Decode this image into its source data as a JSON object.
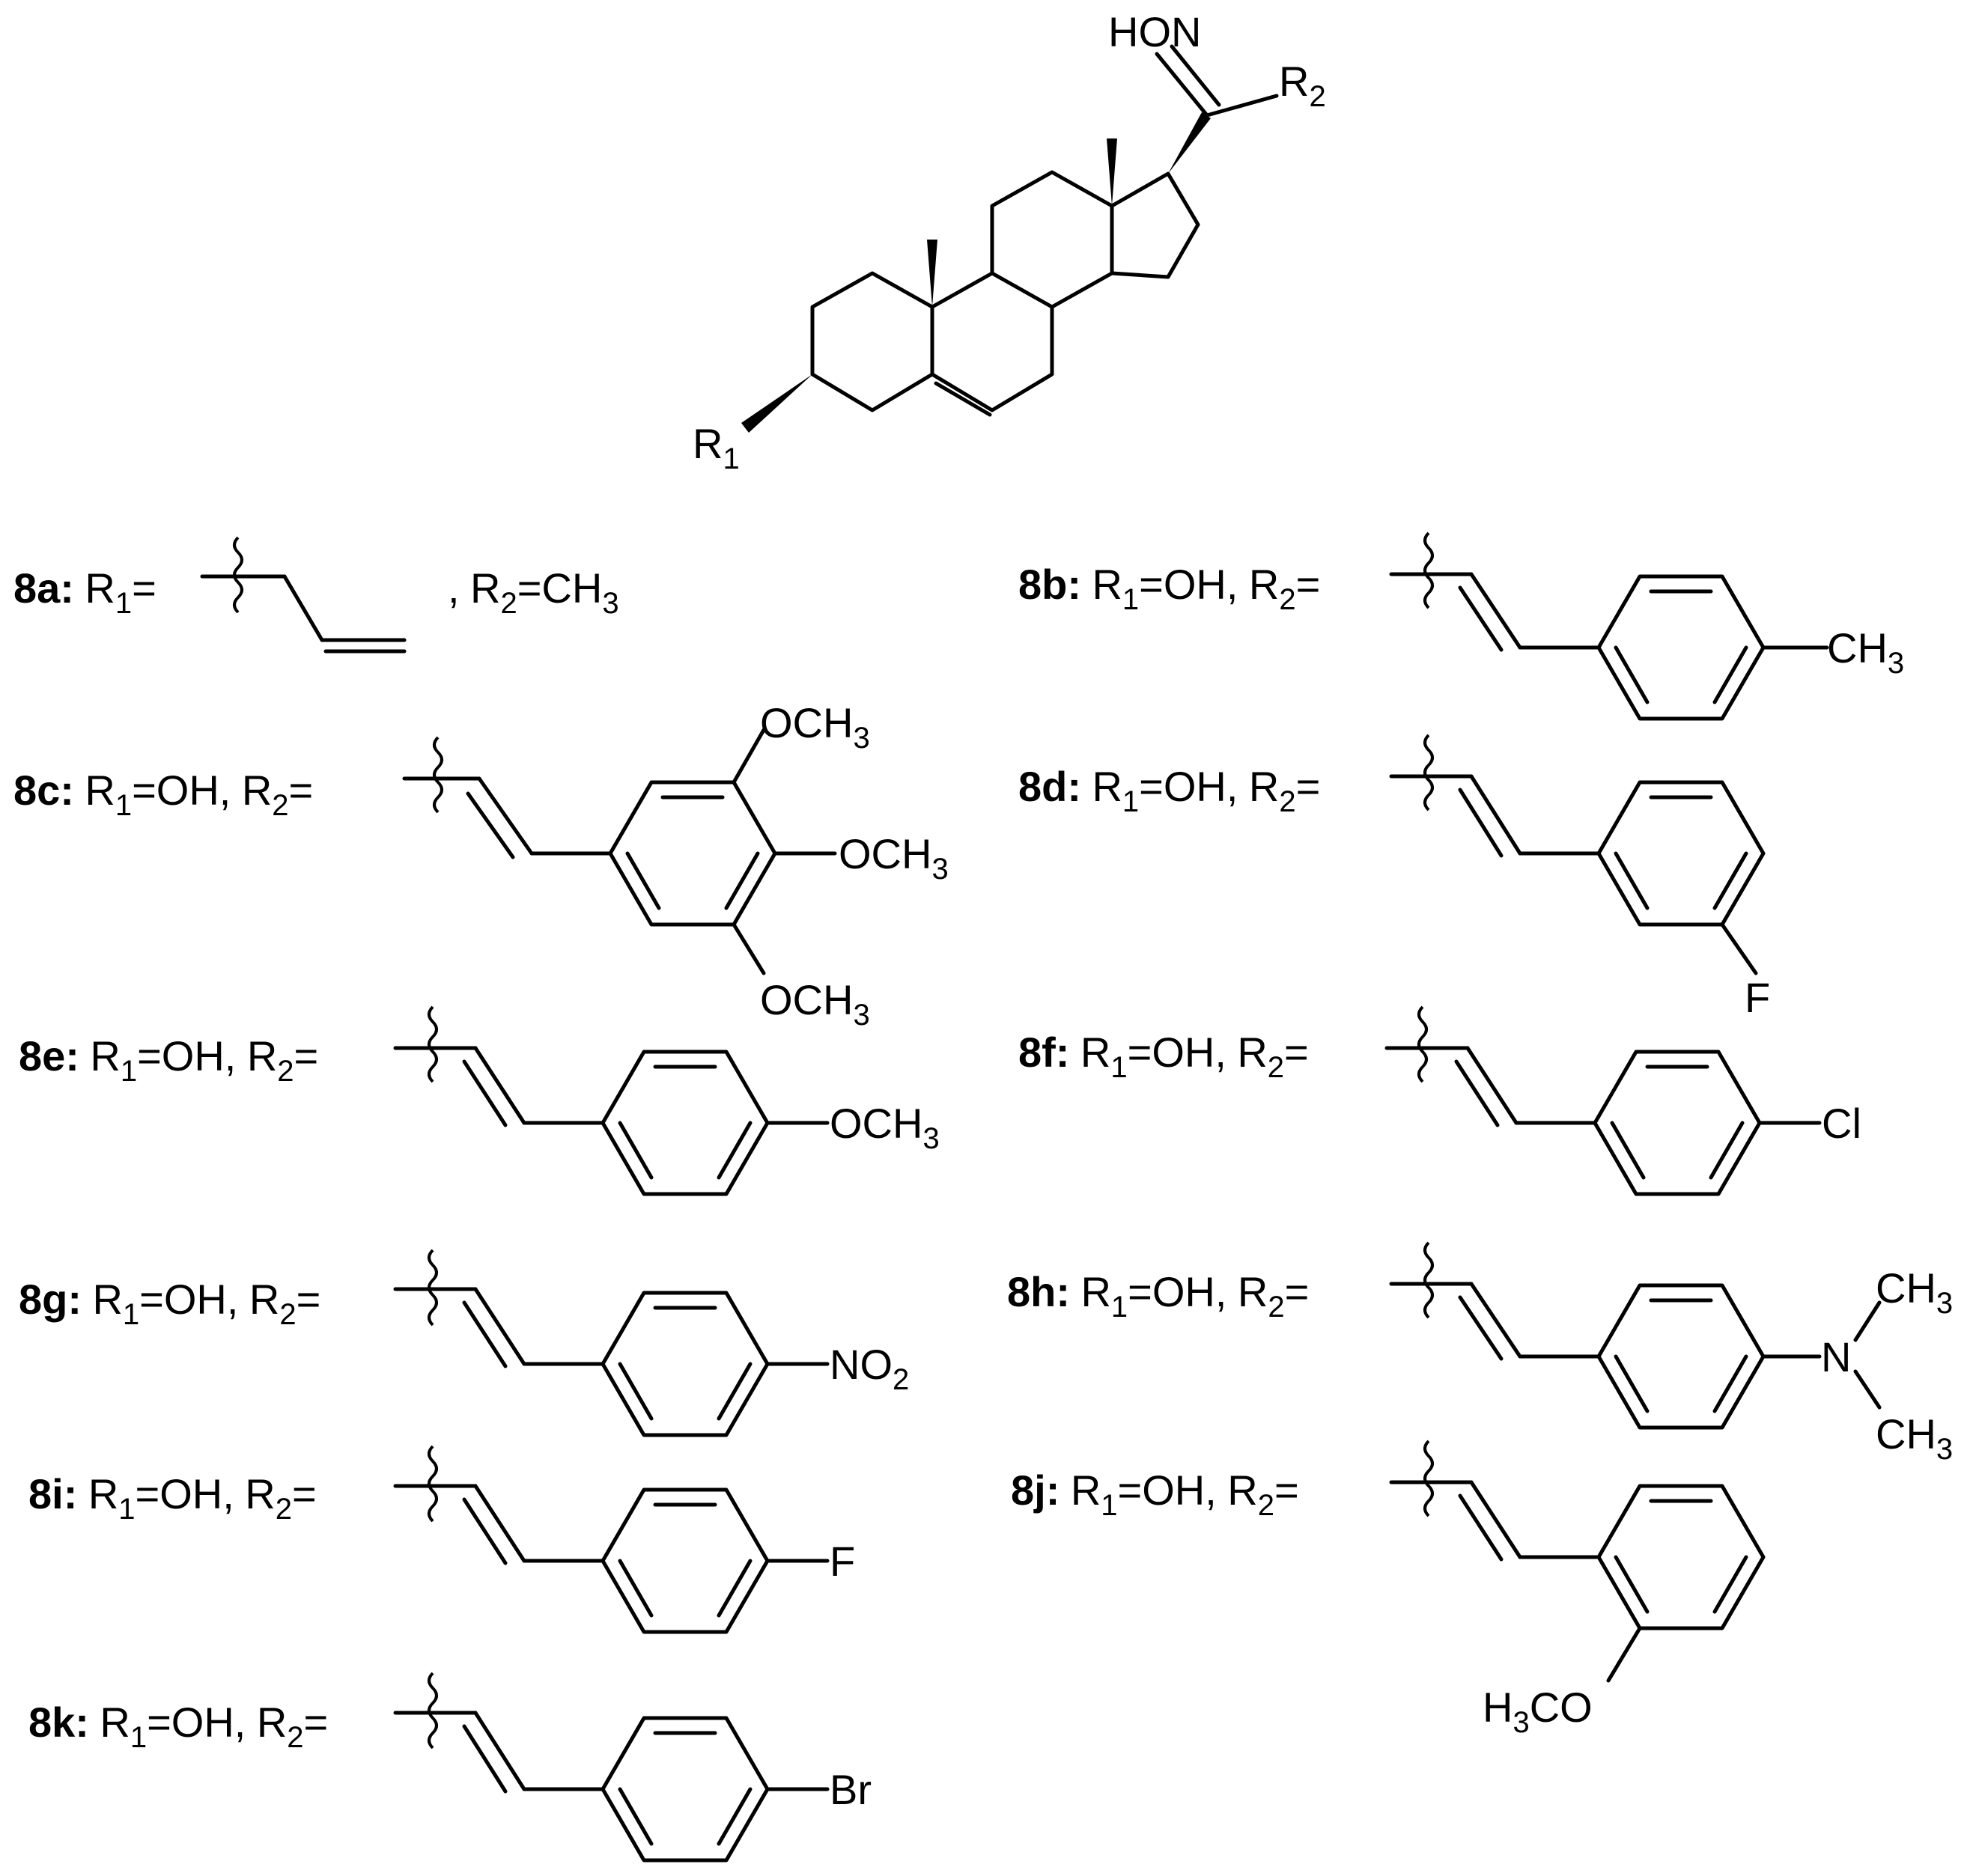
{
  "core": {
    "oxime": "HON",
    "r2_letter": "R",
    "r2_sub": "2",
    "r1_letter": "R",
    "r1_sub": "1"
  },
  "compounds": [
    {
      "id": "8a:",
      "r1": "R",
      "r1_sub": "1",
      "r1_eq": "=",
      "comma": ",",
      "r2": "R",
      "r2_sub": "2",
      "r2_eq": "=CH",
      "r2_tail": "3"
    },
    {
      "id": "8b:",
      "r1": "R",
      "r1_sub": "1",
      "r1_eq": "=OH,",
      "r2": "R",
      "r2_sub": "2",
      "r2_eq": "=",
      "subst": "CH",
      "subst_sub": "3"
    },
    {
      "id": "8c:",
      "r1": "R",
      "r1_sub": "1",
      "r1_eq": "=OH,",
      "r2": "R",
      "r2_sub": "2",
      "r2_eq": "=",
      "subst": "OCH",
      "subst_sub": "3"
    },
    {
      "id": "8d:",
      "r1": "R",
      "r1_sub": "1",
      "r1_eq": "=OH,",
      "r2": "R",
      "r2_sub": "2",
      "r2_eq": "=",
      "subst": "F"
    },
    {
      "id": "8e:",
      "r1": "R",
      "r1_sub": "1",
      "r1_eq": "=OH,",
      "r2": "R",
      "r2_sub": "2",
      "r2_eq": "=",
      "subst": "OCH",
      "subst_sub": "3"
    },
    {
      "id": "8f:",
      "r1": "R",
      "r1_sub": "1",
      "r1_eq": "=OH,",
      "r2": "R",
      "r2_sub": "2",
      "r2_eq": "=",
      "subst": "Cl"
    },
    {
      "id": "8g:",
      "r1": "R",
      "r1_sub": "1",
      "r1_eq": "=OH,",
      "r2": "R",
      "r2_sub": "2",
      "r2_eq": "=",
      "subst": "NO",
      "subst_sub": "2"
    },
    {
      "id": "8h:",
      "r1": "R",
      "r1_sub": "1",
      "r1_eq": "=OH,",
      "r2": "R",
      "r2_sub": "2",
      "r2_eq": "=",
      "subst": "N",
      "subst_me": "CH",
      "subst_me_sub": "3"
    },
    {
      "id": "8i:",
      "r1": "R",
      "r1_sub": "1",
      "r1_eq": "=OH,",
      "r2": "R",
      "r2_sub": "2",
      "r2_eq": "=",
      "subst": "F"
    },
    {
      "id": "8j:",
      "r1": "R",
      "r1_sub": "1",
      "r1_eq": "=OH,",
      "r2": "R",
      "r2_sub": "2",
      "r2_eq": "=",
      "subst": "H",
      "subst_sub": "3",
      "subst_tail": "CO"
    },
    {
      "id": "8k:",
      "r1": "R",
      "r1_sub": "1",
      "r1_eq": "=OH,",
      "r2": "R",
      "r2_sub": "2",
      "r2_eq": "=",
      "subst": "Br"
    }
  ]
}
